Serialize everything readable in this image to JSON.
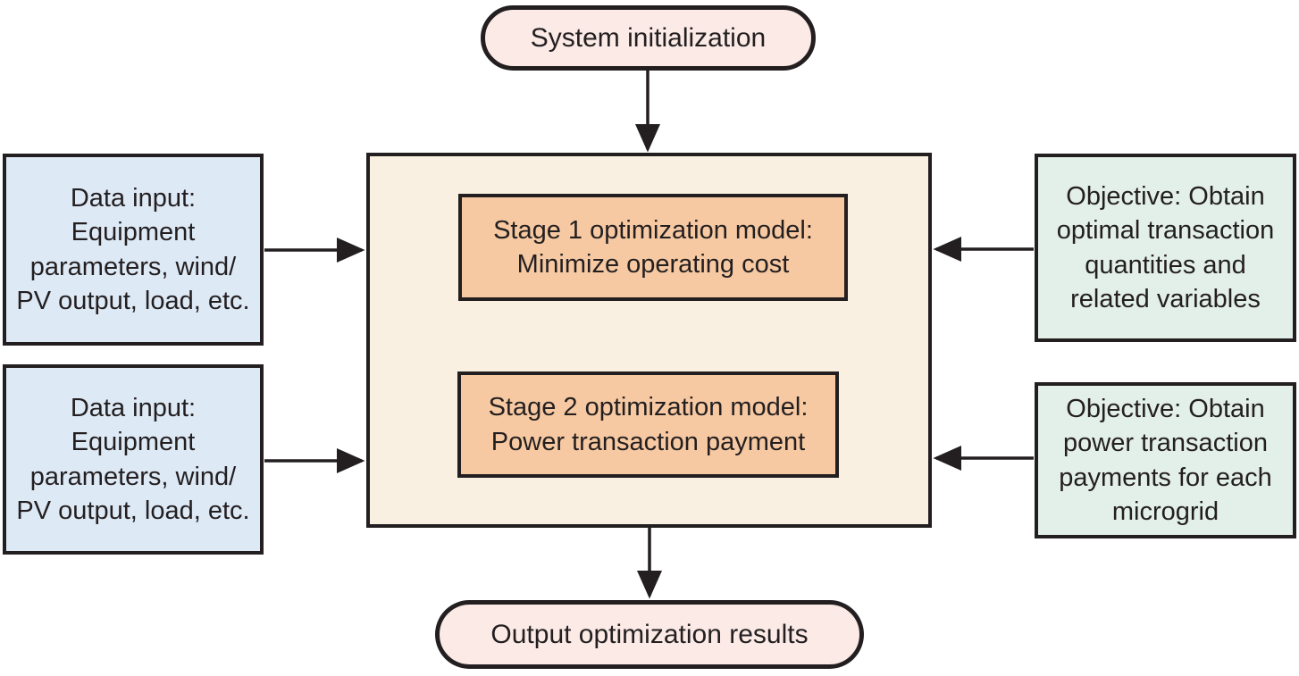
{
  "diagram": {
    "nodes": {
      "start": {
        "id": "system-initialization",
        "shape": "rounded",
        "label": "System initialization"
      },
      "model": {
        "id": "optimization-model",
        "shape": "rect",
        "label": ""
      },
      "stage1": {
        "id": "stage-1-model",
        "shape": "rect",
        "label": "Stage 1 optimization model: Minimize operating cost"
      },
      "stage2": {
        "id": "stage-2-model",
        "shape": "rect",
        "label": "Stage 2 optimization model: Power transaction payment"
      },
      "input1": {
        "id": "data-input-1",
        "shape": "rect",
        "label": "Data input: Equipment parameters, wind/​PV output, load, etc."
      },
      "input2": {
        "id": "data-input-2",
        "shape": "rect",
        "label": "Data input: Equipment parameters, wind/​PV output, load, etc."
      },
      "obj1": {
        "id": "objective-1",
        "shape": "rect",
        "label": "Objective: Obtain optimal transaction quantities and related variables"
      },
      "obj2": {
        "id": "objective-2",
        "shape": "rect",
        "label": "Objective: Obtain power transaction payments for each microgrid"
      },
      "output": {
        "id": "output-results",
        "shape": "rounded",
        "label": "Output optimization results"
      }
    },
    "edges": [
      {
        "from": "system-initialization",
        "to": "optimization-model",
        "direction": "down"
      },
      {
        "from": "data-input-1",
        "to": "optimization-model",
        "direction": "right"
      },
      {
        "from": "data-input-2",
        "to": "optimization-model",
        "direction": "right"
      },
      {
        "from": "objective-1",
        "to": "optimization-model",
        "direction": "left"
      },
      {
        "from": "objective-2",
        "to": "optimization-model",
        "direction": "left"
      },
      {
        "from": "optimization-model",
        "to": "output-results",
        "direction": "down"
      }
    ]
  },
  "colors": {
    "ink": "#231f20",
    "pill_bg": "#fbeae6",
    "model_bg": "#faf0e1",
    "stage_bg": "#f7c9a2",
    "input_bg": "#dee9f6",
    "objective_bg": "#e3efe9"
  }
}
